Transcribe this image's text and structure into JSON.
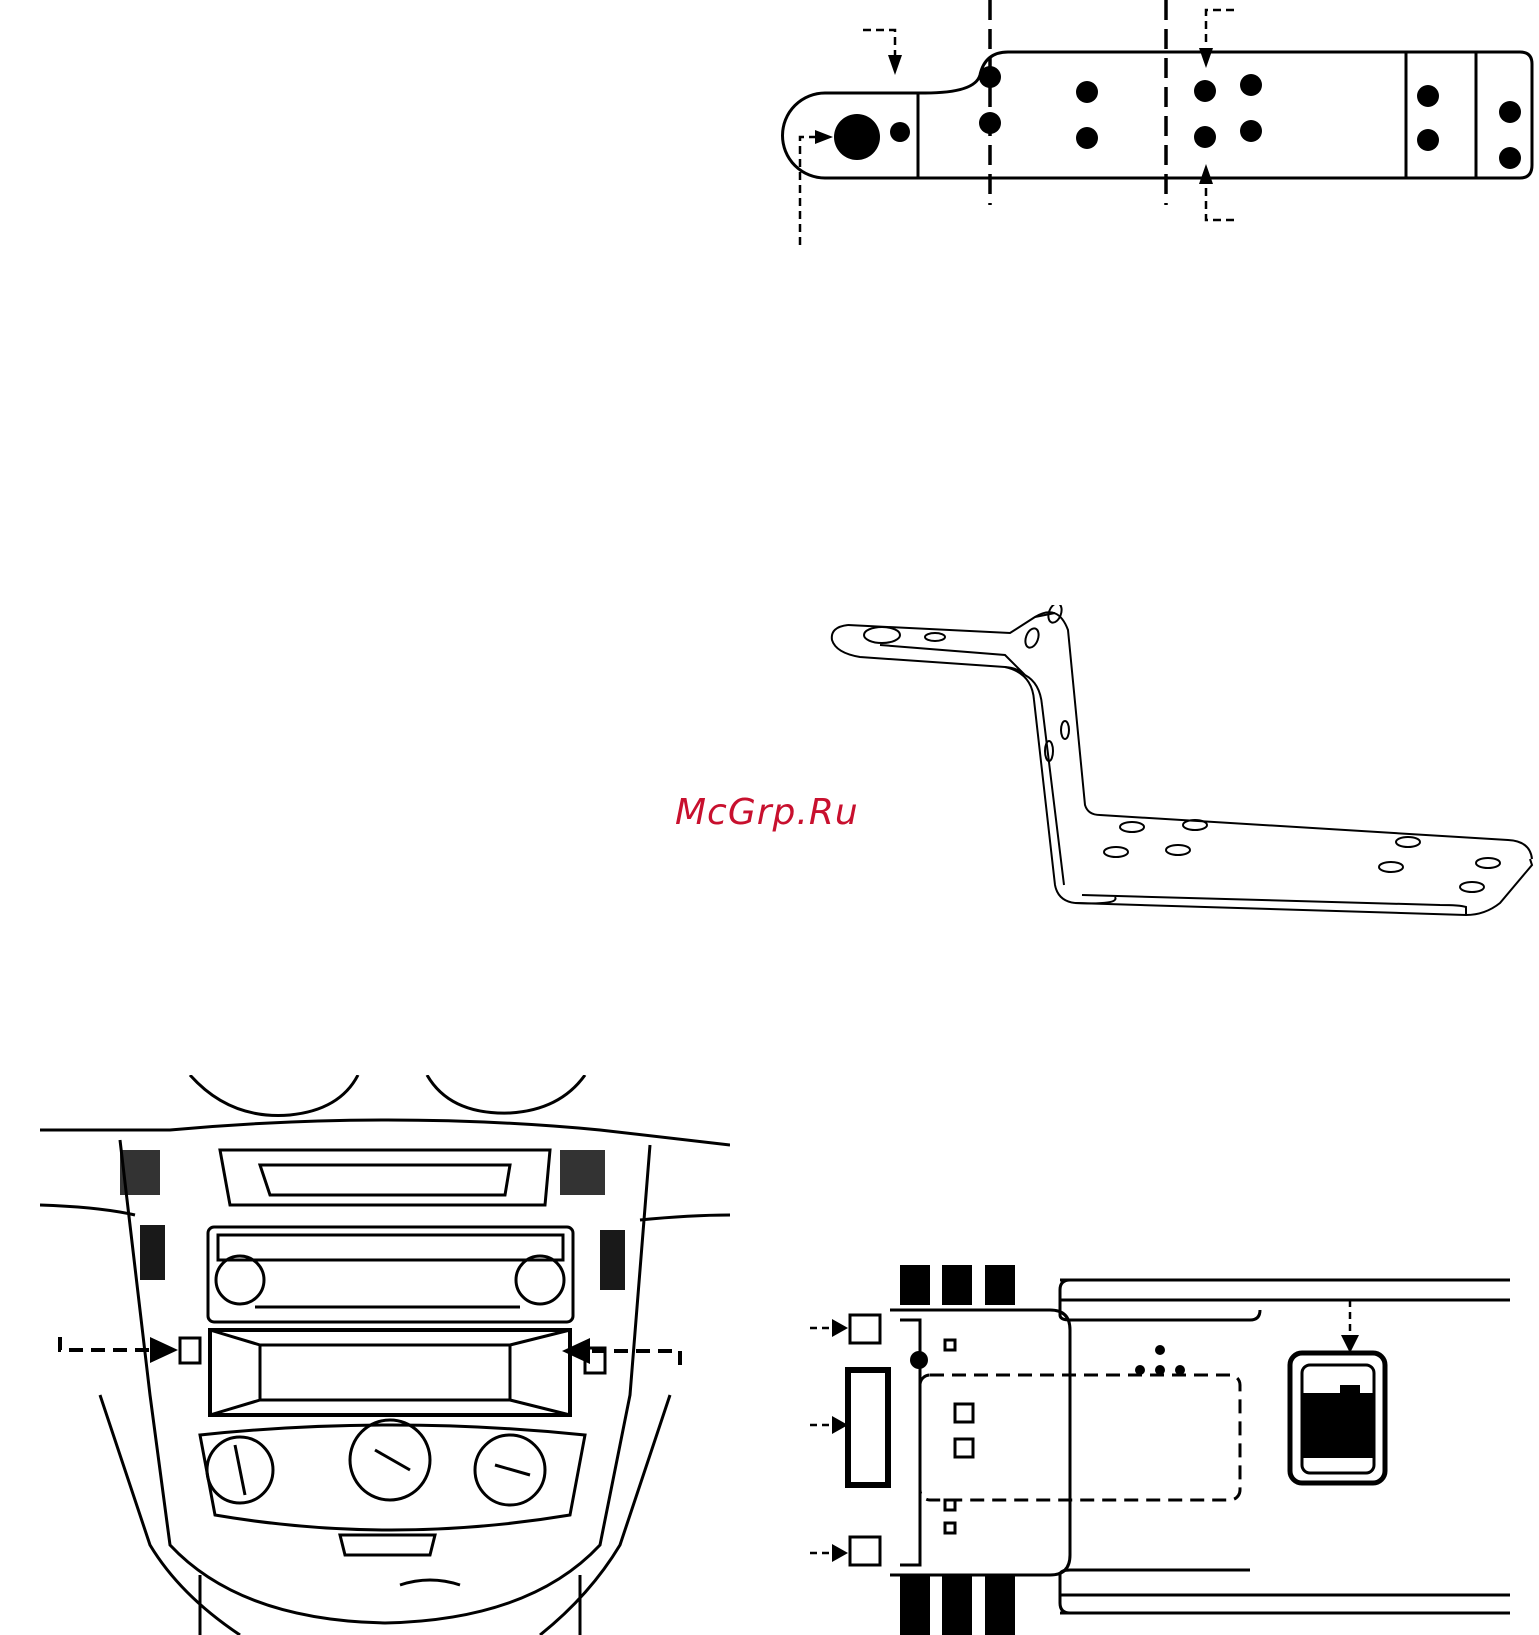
{
  "watermark": {
    "text": "McGrp.Ru",
    "color": "#c8102e"
  },
  "colors": {
    "ink": "#000000",
    "paper": "#ffffff",
    "gray": "#555555"
  },
  "figures": {
    "bracket_flat_drawing": {
      "icon": "flat-bracket-template"
    },
    "bracket_isometric": {
      "icon": "bent-bracket-3d"
    },
    "dashboard_photo": {
      "icon": "car-dashboard-console"
    },
    "radio_side_view": {
      "icon": "radio-chassis-side"
    }
  }
}
